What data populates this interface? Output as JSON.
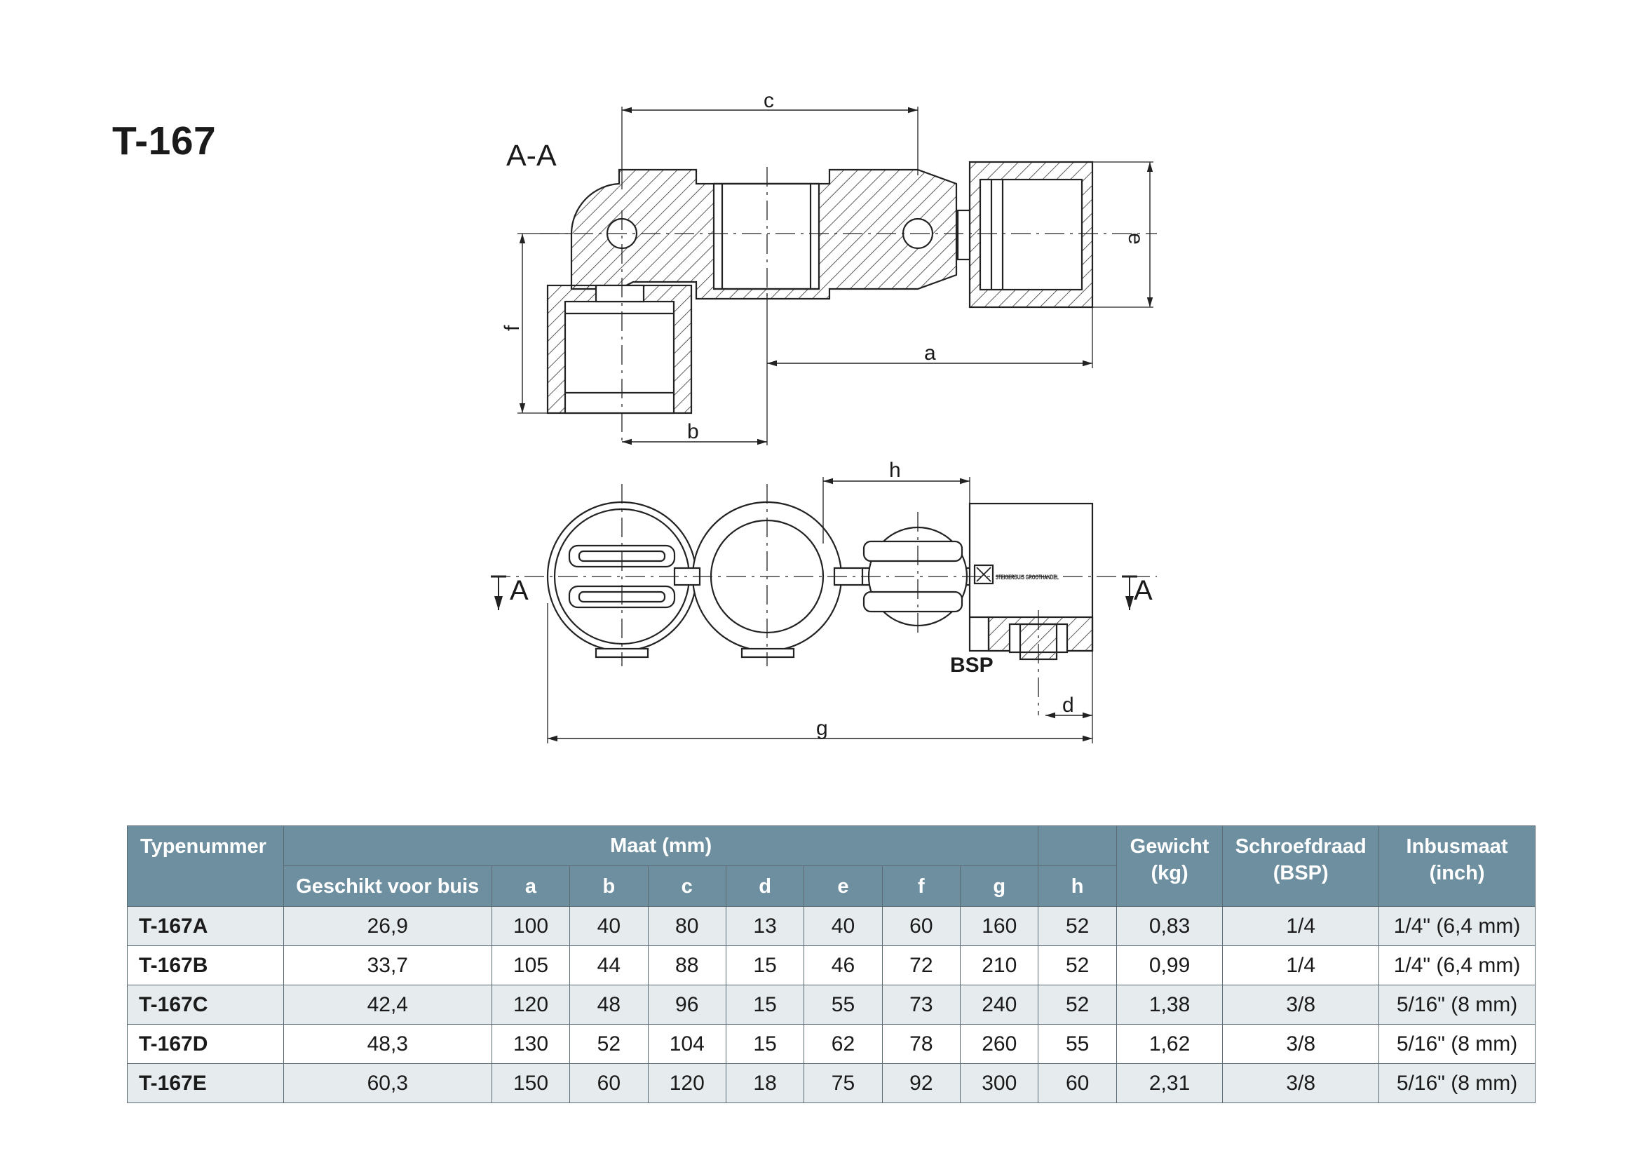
{
  "doc": {
    "title": "T-167"
  },
  "drawing": {
    "section_label": "A-A",
    "dims": {
      "a": "a",
      "b": "b",
      "c": "c",
      "d": "d",
      "e": "e",
      "f": "f",
      "g": "g",
      "h": "h"
    },
    "section_marks": [
      "A",
      "A"
    ],
    "thread_label": "BSP",
    "logo": "STEIGERBUIS GROOTHANDEL"
  },
  "table": {
    "headers": {
      "type": "Typenummer",
      "maat": "Maat (mm)",
      "buis": "Geschikt voor buis",
      "a": "a",
      "b": "b",
      "c": "c",
      "d": "d",
      "e": "e",
      "f": "f",
      "g": "g",
      "h": "h",
      "weight": "Gewicht (kg)",
      "thread": "Schroefdraad (BSP)",
      "hex": "Inbusmaat (inch)"
    },
    "rows": [
      {
        "type": "T-167A",
        "buis": "26,9",
        "a": "100",
        "b": "40",
        "c": "80",
        "d": "13",
        "e": "40",
        "f": "60",
        "g": "160",
        "h": "52",
        "weight": "0,83",
        "thread": "1/4",
        "hex": "1/4\" (6,4 mm)"
      },
      {
        "type": "T-167B",
        "buis": "33,7",
        "a": "105",
        "b": "44",
        "c": "88",
        "d": "15",
        "e": "46",
        "f": "72",
        "g": "210",
        "h": "52",
        "weight": "0,99",
        "thread": "1/4",
        "hex": "1/4\" (6,4 mm)"
      },
      {
        "type": "T-167C",
        "buis": "42,4",
        "a": "120",
        "b": "48",
        "c": "96",
        "d": "15",
        "e": "55",
        "f": "73",
        "g": "240",
        "h": "52",
        "weight": "1,38",
        "thread": "3/8",
        "hex": "5/16\" (8 mm)"
      },
      {
        "type": "T-167D",
        "buis": "48,3",
        "a": "130",
        "b": "52",
        "c": "104",
        "d": "15",
        "e": "62",
        "f": "78",
        "g": "260",
        "h": "55",
        "weight": "1,62",
        "thread": "3/8",
        "hex": "5/16\" (8 mm)"
      },
      {
        "type": "T-167E",
        "buis": "60,3",
        "a": "150",
        "b": "60",
        "c": "120",
        "d": "18",
        "e": "75",
        "f": "92",
        "g": "300",
        "h": "60",
        "weight": "2,31",
        "thread": "3/8",
        "hex": "5/16\" (8 mm)"
      }
    ]
  }
}
